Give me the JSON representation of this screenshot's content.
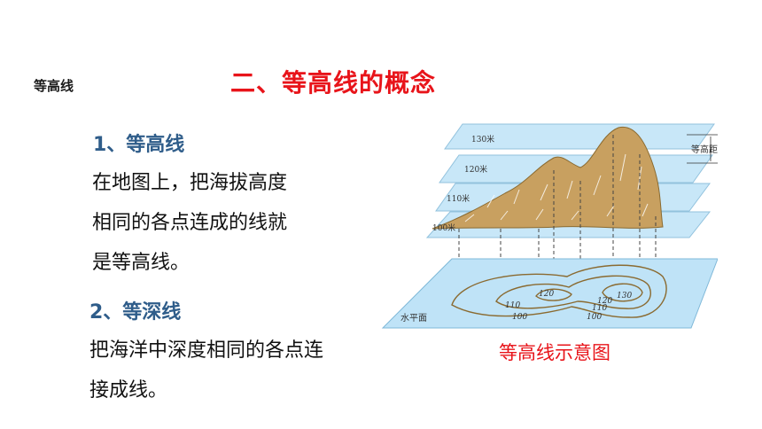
{
  "corner_label": "等高线",
  "title": "二、等高线的概念",
  "section1": {
    "heading": "1、等高线",
    "lines": [
      "在地图上，把海拔高度",
      "相同的各点连成的线就",
      "是等高线。"
    ]
  },
  "section2": {
    "heading": "2、等深线",
    "lines": [
      "把海洋中深度相同的各点连",
      "接成线。"
    ]
  },
  "diagram": {
    "plane_labels": [
      "130米",
      "120米",
      "110米",
      "100米"
    ],
    "interval_label": "等高距",
    "base_label": "水平面",
    "contour_labels": [
      "120",
      "110",
      "100",
      "120",
      "130",
      "110",
      "100"
    ],
    "colors": {
      "plane": "#bfe3f7",
      "plane_edge": "#7fb8d8",
      "mountain": "#c8a060",
      "contour": "#8a6a30"
    }
  },
  "caption": "等高线示意图"
}
